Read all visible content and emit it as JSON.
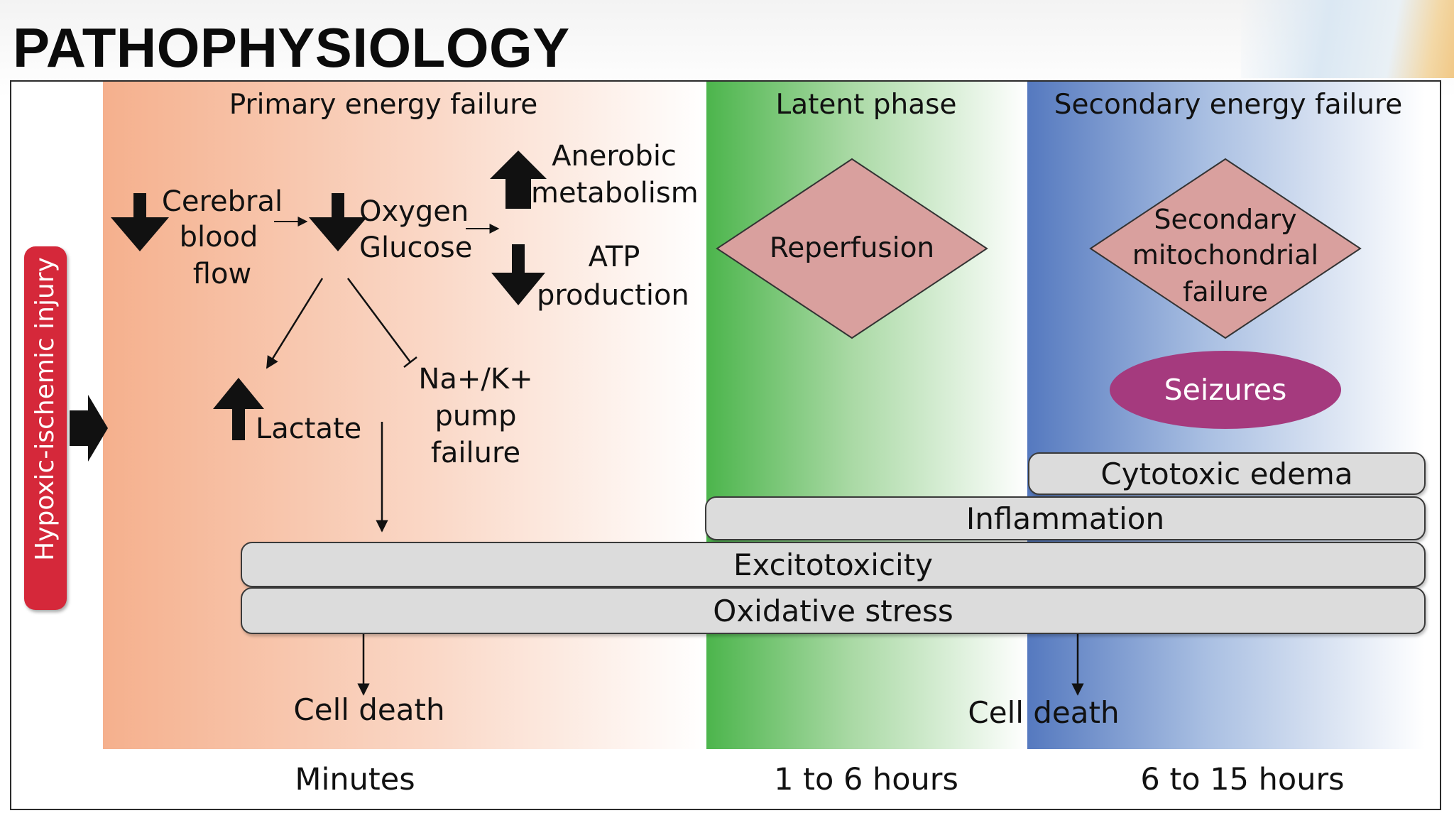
{
  "page_title": "PATHOPHYSIOLOGY",
  "injury_label": "Hypoxic-ischemic injury",
  "phases": {
    "primary": "Primary energy failure",
    "latent": "Latent phase",
    "secondary": "Secondary energy failure"
  },
  "primary_labels": {
    "cerebral_blood_flow": [
      "Cerebral",
      "blood",
      "flow"
    ],
    "oxygen_glucose": [
      "Oxygen",
      "Glucose"
    ],
    "anerobic_metabolism": [
      "Anerobic",
      "metabolism"
    ],
    "atp_production": [
      "ATP",
      "production"
    ],
    "lactate": "Lactate",
    "pump_failure": [
      "Na+/K+",
      "pump",
      "failure"
    ],
    "cell_death": "Cell death"
  },
  "latent_labels": {
    "reperfusion": "Reperfusion"
  },
  "secondary_labels": {
    "mitochondrial_failure": [
      "Secondary",
      "mitochondrial",
      "failure"
    ],
    "seizures": "Seizures",
    "cell_death": "Cell death"
  },
  "process_bars": {
    "cytotoxic_edema": "Cytotoxic edema",
    "inflammation": "Inflammation",
    "excitotoxicity": "Excitotoxicity",
    "oxidative_stress": "Oxidative stress"
  },
  "timeline": {
    "primary": "Minutes",
    "latent": "1 to 6 hours",
    "secondary": "6 to 15 hours"
  },
  "colors": {
    "primary_zone": "#f5b08d",
    "latent_zone": "#4cb54c",
    "secondary_zone": "#5579bf",
    "injury_pill": "#d5283a",
    "diamond_fill": "#d9a09e",
    "seizures_pill": "#a53a7e",
    "process_bar": "#dcdcdc"
  }
}
